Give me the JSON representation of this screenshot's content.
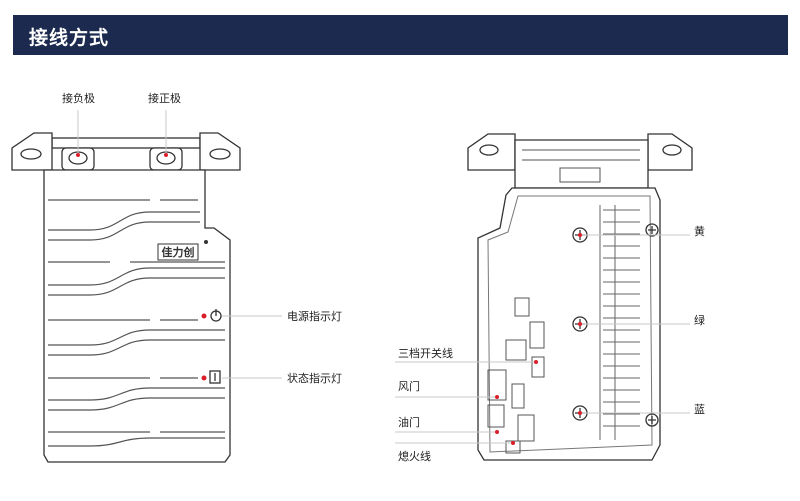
{
  "header": {
    "title": "接线方式"
  },
  "brand_mark": "佳力创",
  "left_unit": {
    "labels": {
      "negative": "接负极",
      "positive": "接正极",
      "power_indicator": "电源指示灯",
      "status_indicator": "状态指示灯"
    }
  },
  "right_unit": {
    "labels": {
      "yellow": "黄",
      "green": "绿",
      "blue": "蓝",
      "three_gear_switch": "三档开关线",
      "air_valve": "风门",
      "oil_valve": "油门",
      "shutoff_wire": "熄火线"
    }
  },
  "colors": {
    "header_bg": "#1b2a4e",
    "accent_red": "#d9202a",
    "line": "#333333",
    "leader": "#c8c8c8"
  }
}
